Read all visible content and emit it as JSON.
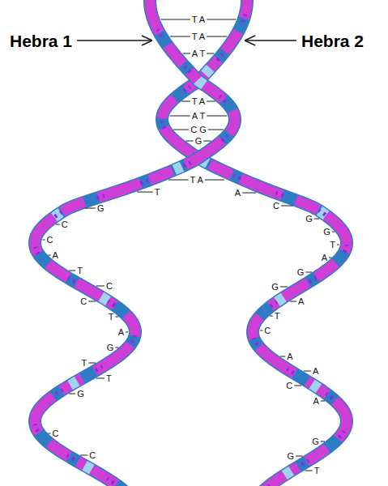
{
  "diagram": {
    "labels": [
      "Hebra 1",
      "Hebra 2",
      "T A",
      "T A",
      "A T",
      "T A",
      "A T",
      "C G",
      "G",
      "T A",
      "T",
      "G",
      "C",
      "C",
      "A",
      "T",
      "C",
      "C",
      "T",
      "A",
      "G",
      "T",
      "T",
      "G",
      "C",
      "C",
      "A",
      "C",
      "G",
      "G",
      "T",
      "A",
      "G",
      "G",
      "A",
      "T",
      "C",
      "A",
      "A",
      "C",
      "A",
      "G",
      "G",
      "T"
    ]
  }
}
